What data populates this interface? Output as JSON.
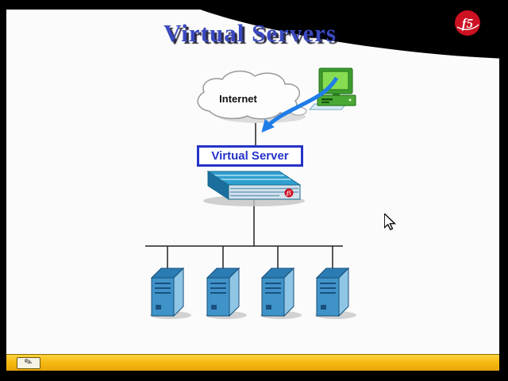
{
  "slide": {
    "title": "Virtual Servers"
  },
  "brand": {
    "logo_text": "f5"
  },
  "diagram": {
    "internet_label": "Internet",
    "virtual_server_label": "Virtual Server",
    "appliance_logo_text": "f5",
    "server_count": 4
  },
  "toolbar": {
    "annotation_icon": "✎"
  },
  "colors": {
    "title_blue": "#3a49c0",
    "box_blue": "#2433c8",
    "arrow_blue": "#1f7de8",
    "logo_red": "#cc1122",
    "server_blue": "#3f93c8",
    "toolbar_yellow": "#f3b70e"
  }
}
